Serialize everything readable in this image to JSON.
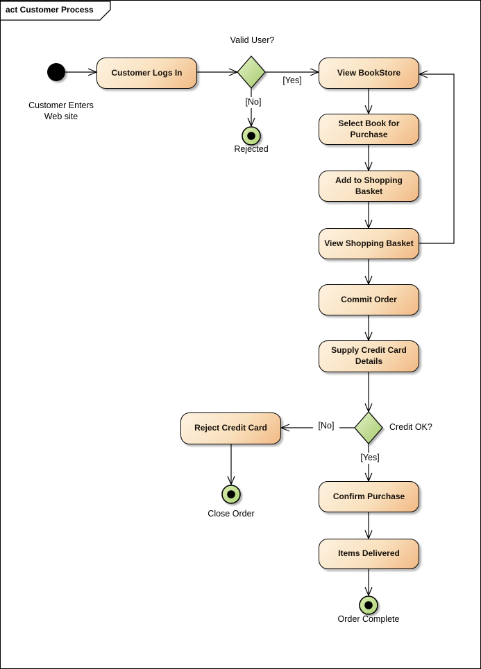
{
  "frame": {
    "title": "act Customer Process"
  },
  "initial_node": {
    "label": "Customer Enters\nWeb site"
  },
  "activities": [
    {
      "id": "customer-logs-in",
      "label": "Customer Logs In"
    },
    {
      "id": "view-bookstore",
      "label": "View BookStore"
    },
    {
      "id": "select-book-for-purchase",
      "label": "Select Book for Purchase"
    },
    {
      "id": "add-to-shopping-basket",
      "label": "Add to Shopping Basket"
    },
    {
      "id": "view-shopping-basket",
      "label": "View Shopping Basket"
    },
    {
      "id": "commit-order",
      "label": "Commit Order"
    },
    {
      "id": "supply-credit-card-details",
      "label": "Supply Credit Card Details"
    },
    {
      "id": "reject-credit-card",
      "label": "Reject Credit Card"
    },
    {
      "id": "confirm-purchase",
      "label": "Confirm Purchase"
    },
    {
      "id": "items-delivered",
      "label": "Items Delivered"
    }
  ],
  "decisions": [
    {
      "id": "valid-user",
      "label": "Valid User?"
    },
    {
      "id": "credit-ok",
      "label": "Credit OK?"
    }
  ],
  "final_nodes": [
    {
      "id": "rejected",
      "label": "Rejected"
    },
    {
      "id": "close-order",
      "label": "Close Order"
    },
    {
      "id": "order-complete",
      "label": "Order Complete"
    }
  ],
  "guards": {
    "valid_user_yes": "[Yes]",
    "valid_user_no": "[No]",
    "credit_ok_no": "[No]",
    "credit_ok_yes": "[Yes]"
  },
  "colors": {
    "activity_fill_light": "#fdf2e0",
    "activity_fill_dark": "#f1b984",
    "decision_fill_light": "#ddedbf",
    "decision_fill_dark": "#a5ca6b",
    "final_ring_light": "#d6ebaa",
    "final_ring_dark": "#b4d67e",
    "line": "#000000"
  }
}
